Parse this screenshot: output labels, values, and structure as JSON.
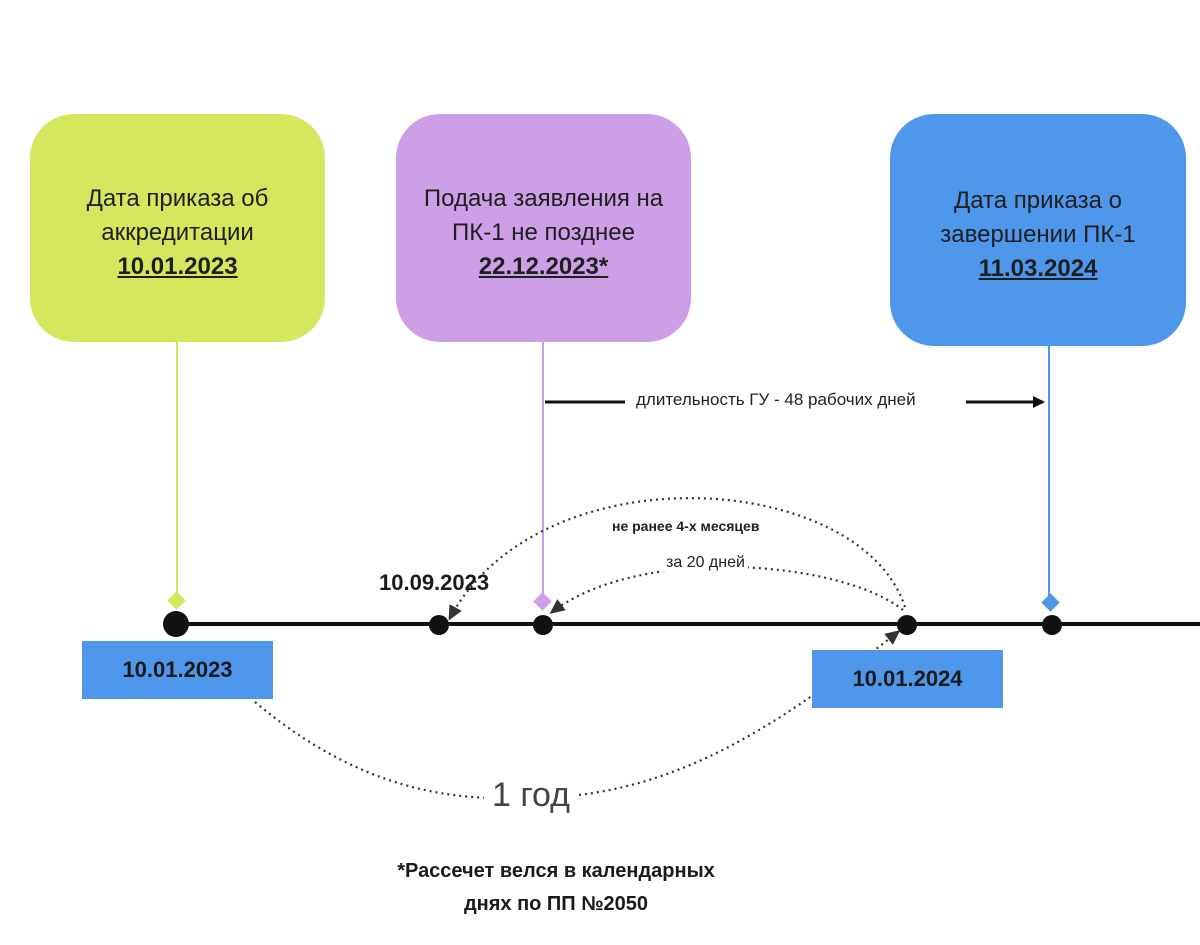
{
  "colors": {
    "green": "#d4e75d",
    "purple": "#cc9fe6",
    "blue": "#4f97ea",
    "line": "#111111"
  },
  "cards": {
    "accreditation": {
      "line1": "Дата приказа об",
      "line2": "аккредитации",
      "date": "10.01.2023"
    },
    "application": {
      "line1": "Подача заявления на",
      "line2": "ПК-1 не позднее",
      "date": "22.12.2023*"
    },
    "completion": {
      "line1": "Дата приказа о",
      "line2": "завершении ПК-1",
      "date": "11.03.2024"
    }
  },
  "timeline": {
    "start_date": "10.01.2023",
    "anniversary_date": "10.01.2024",
    "earliest_date": "10.09.2023"
  },
  "annotations": {
    "duration": "длительность ГУ - 48 рабочих дней",
    "not_earlier": "не ранее 4-х месяцев",
    "twenty_days": "за 20 дней",
    "one_year": "1 год"
  },
  "footnote": {
    "line1": "*Рассечет велся в календарных",
    "line2": "днях по ПП №2050"
  }
}
